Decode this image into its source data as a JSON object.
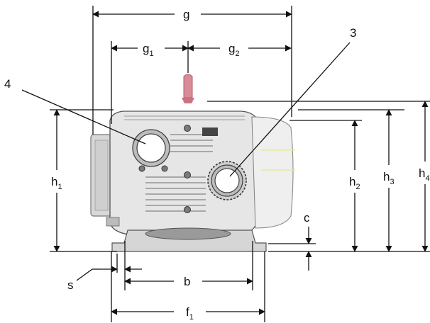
{
  "labels": {
    "g": "g",
    "g1": "g",
    "g1_sub": "1",
    "g2": "g",
    "g2_sub": "2",
    "h1": "h",
    "h1_sub": "1",
    "h2": "h",
    "h2_sub": "2",
    "h3": "h",
    "h3_sub": "3",
    "h4": "h",
    "h4_sub": "4",
    "c": "c",
    "s": "s",
    "b": "b",
    "f1": "f",
    "f1_sub": "1",
    "callout_3": "3",
    "callout_4": "4"
  },
  "colors": {
    "line": "#111111",
    "pump_fill": "#e4e4e4",
    "pump_dark": "#8a8a8a",
    "pump_mid": "#c8c8c8",
    "port_fill": "#ffffff",
    "knob": "#d98b98",
    "accent_line": "#e8e8a0"
  }
}
